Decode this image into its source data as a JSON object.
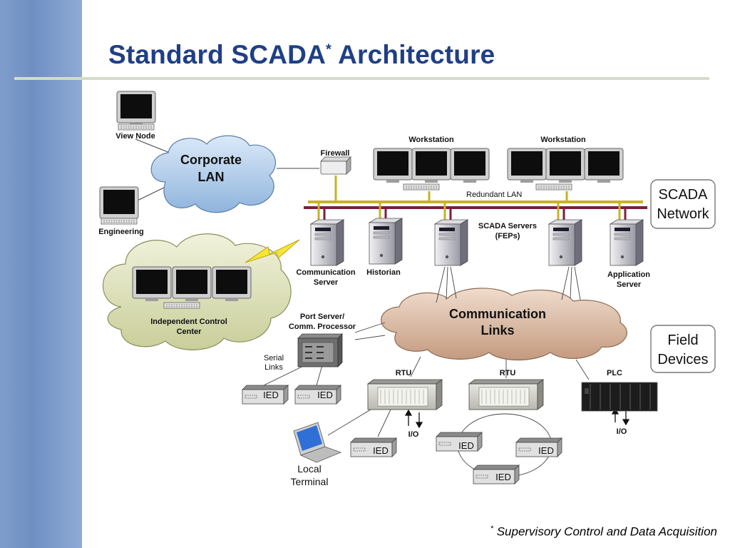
{
  "slide": {
    "title_main": "Standard SCADA",
    "title_sup": "*",
    "title_end": " Architecture",
    "footnote_star": "*",
    "footnote_text": " Supervisory Control and Data Acquisition"
  },
  "diagram": {
    "view_node": "View Node",
    "corporate_lan_line1": "Corporate",
    "corporate_lan_line2": "LAN",
    "engineering": "Engineering",
    "firewall": "Firewall",
    "workstation_1": "Workstation",
    "workstation_2": "Workstation",
    "redundant_lan": "Redundant LAN",
    "scada_network_line1": "SCADA",
    "scada_network_line2": "Network",
    "scada_servers_line1": "SCADA Servers",
    "scada_servers_line2": "(FEPs)",
    "comm_server_line1": "Communication",
    "comm_server_line2": "Server",
    "historian": "Historian",
    "app_server_line1": "Application",
    "app_server_line2": "Server",
    "independent_line1": "Independent Control",
    "independent_line2": "Center",
    "port_server_line1": "Port Server/",
    "port_server_line2": "Comm. Processor",
    "comm_links_line1": "Communication",
    "comm_links_line2": "Links",
    "field_devices_line1": "Field",
    "field_devices_line2": "Devices",
    "serial_links_line1": "Serial",
    "serial_links_line2": "Links",
    "rtu_1": "RTU",
    "rtu_2": "RTU",
    "plc": "PLC",
    "io_1": "I/O",
    "io_2": "I/O",
    "ied": "IED",
    "local_terminal_line1": "Local",
    "local_terminal_line2": "Terminal"
  },
  "colors": {
    "title": "#1f3f86",
    "corporate_cloud": "#b9d3ee",
    "control_center_cloud": "#e3e6c4",
    "comm_cloud": "#d6b6a0",
    "lan_yellow": "#c9b02a",
    "lan_maroon": "#7a1f3d"
  }
}
